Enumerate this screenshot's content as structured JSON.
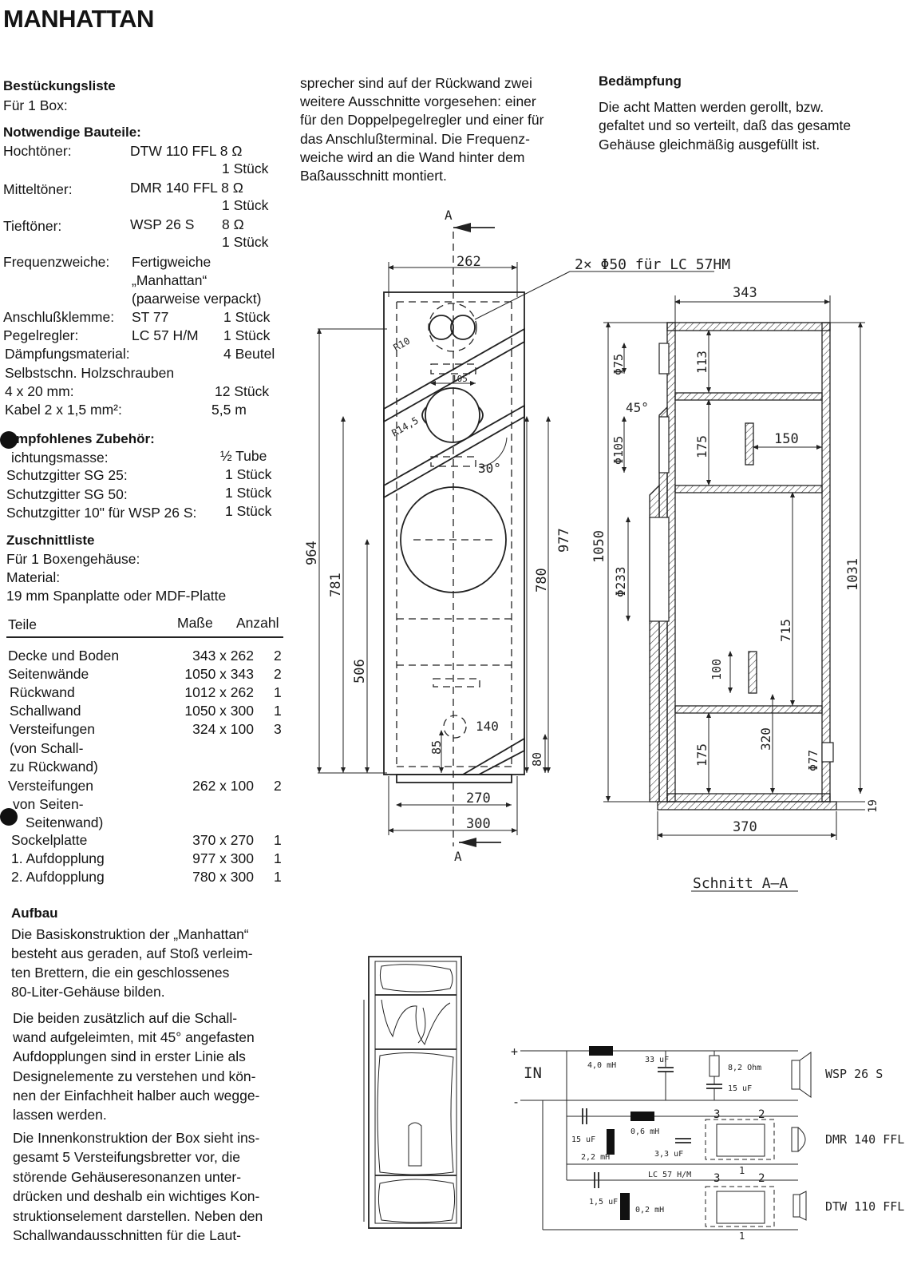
{
  "title": "MANHATTAN",
  "parts": {
    "heading": "Bestückungsliste",
    "subheading": "Für 1 Box:",
    "required_heading": "Notwendige Bauteile:",
    "hochtoener": {
      "label": "Hochtöner:",
      "model": "DTW 110 FFL 8 Ω",
      "qty": "1 Stück"
    },
    "mitteltoener": {
      "label": "Mitteltöner:",
      "model": "DMR 140 FFL 8 Ω",
      "qty": "1 Stück"
    },
    "tieftoener": {
      "label": "Tieftöner:",
      "model": "WSP 26 S",
      "ohm": "8 Ω",
      "qty": "1 Stück"
    },
    "weiche": {
      "label": "Frequenzweiche:",
      "line1": "Fertigweiche",
      "line2": "„Manhattan“",
      "line3": "(paarweise verpackt)"
    },
    "anschluss": {
      "label": "Anschlußklemme:",
      "model": "ST 77",
      "qty": "1 Stück"
    },
    "pegel": {
      "label": "Pegelregler:",
      "model": "LC 57 H/M",
      "qty": "1 Stück"
    },
    "daempfung": {
      "label": "Dämpfungsmaterial:",
      "qty": "4 Beutel"
    },
    "schrauben": {
      "label": "Selbstschn. Holzschrauben",
      "size": "4 x 20 mm:",
      "qty": "12 Stück"
    },
    "kabel": {
      "label": "Kabel 2 x 1,5 mm²:",
      "qty": "5,5 m"
    }
  },
  "accessories": {
    "heading": "mpfohlenes Zubehör:",
    "items": [
      {
        "label": "ichtungsmasse:",
        "qty": "½ Tube"
      },
      {
        "label": "Schutzgitter SG 25:",
        "qty": "1 Stück"
      },
      {
        "label": "Schutzgitter SG 50:",
        "qty": "1 Stück"
      },
      {
        "label": "Schutzgitter 10\" für WSP 26 S:",
        "qty": "1 Stück"
      }
    ]
  },
  "cutlist": {
    "heading": "Zuschnittliste",
    "line1": "Für 1 Boxengehäuse:",
    "line2": "Material:",
    "line3": "19 mm Spanplatte oder MDF-Platte",
    "col_parts": "Teile",
    "col_size": "Maße",
    "col_count": "Anzahl",
    "rows": [
      {
        "label": "Decke und Boden",
        "size": "343 x 262",
        "count": "2"
      },
      {
        "label": "Seitenwände",
        "size": "1050 x 343",
        "count": "2"
      },
      {
        "label": "Rückwand",
        "size": "1012 x 262",
        "count": "1"
      },
      {
        "label": "Schallwand",
        "size": "1050 x 300",
        "count": "1"
      },
      {
        "label": "Versteifungen",
        "size": "324 x 100",
        "count": "3"
      },
      {
        "label": "(von Schall-",
        "size": "",
        "count": ""
      },
      {
        "label": "zu Rückwand)",
        "size": "",
        "count": ""
      },
      {
        "label": "Versteifungen",
        "size": "262 x 100",
        "count": "2"
      },
      {
        "label": "von Seiten-",
        "size": "",
        "count": ""
      },
      {
        "label": "Seitenwand)",
        "size": "",
        "count": ""
      },
      {
        "label": "Sockelplatte",
        "size": "370 x 270",
        "count": "1"
      },
      {
        "label": "1. Aufdopplung",
        "size": "977 x 300",
        "count": "1"
      },
      {
        "label": "2. Aufdopplung",
        "size": "780 x 300",
        "count": "1"
      }
    ]
  },
  "aufbau": {
    "heading": "Aufbau",
    "p1": [
      "Die Basiskonstruktion der „Manhattan“",
      "besteht aus geraden, auf Stoß verleim-",
      "ten Brettern, die ein geschlossenes",
      "80-Liter-Gehäuse bilden."
    ],
    "p2": [
      "Die beiden zusätzlich auf die Schall-",
      "wand aufgeleimten, mit 45° angefasten",
      "Aufdopplungen sind in erster Linie als",
      "Designelemente zu verstehen und kön-",
      "nen der Einfachheit halber auch wegge-",
      "lassen werden."
    ],
    "p3": [
      "Die Innenkonstruktion der Box sieht ins-",
      "gesamt 5 Versteifungsbretter vor, die",
      "störende Gehäuseresonanzen unter-",
      "drücken und deshalb ein wichtiges Kon-",
      "struktionselement darstellen. Neben den",
      "Schallwandausschnitten für die Laut-"
    ]
  },
  "middle_text": [
    "sprecher sind auf der Rückwand zwei",
    "weitere Ausschnitte vorgesehen: einer",
    "für den Doppelpegelregler und einer für",
    "das Anschlußterminal. Die Frequenz-",
    "weiche wird an die Wand hinter dem",
    "Baßausschnitt montiert."
  ],
  "daempfung_section": {
    "heading": "Bedämpfung",
    "lines": [
      "Die acht Matten werden gerollt, bzw.",
      "gefaltet und so verteilt, daß das gesamte",
      "Gehäuse gleichmäßig ausgefüllt ist."
    ]
  },
  "front_drawing": {
    "section_mark": "A",
    "dims": [
      "262",
      "964",
      "781",
      "506",
      "977",
      "780",
      "270",
      "300",
      "140",
      "85",
      "80",
      "105",
      "R10",
      "R14,5",
      "30°"
    ],
    "note": "2× Φ50 für LC 57HM"
  },
  "section_drawing": {
    "caption": "Schnitt A–A",
    "dims": [
      "343",
      "113",
      "Φ75",
      "45°",
      "175",
      "150",
      "Φ105",
      "Φ233",
      "715",
      "100",
      "1050",
      "1031",
      "175",
      "320",
      "Φ77",
      "19",
      "370"
    ]
  },
  "circuit": {
    "in_label": "IN",
    "plus": "+",
    "minus": "-",
    "values": [
      "4,0 mH",
      "33 uF",
      "8,2 Ohm",
      "15 uF",
      "15 uF",
      "2,2 mH",
      "0,6 mH",
      "3,3 uF",
      "LC 57 H/M",
      "1,5 uF",
      "0,2 mH"
    ],
    "pins": [
      "3",
      "2",
      "1",
      "3",
      "2",
      "1"
    ],
    "speakers": [
      "WSP 26 S",
      "DMR 140 FFL",
      "DTW 110 FFL"
    ]
  }
}
